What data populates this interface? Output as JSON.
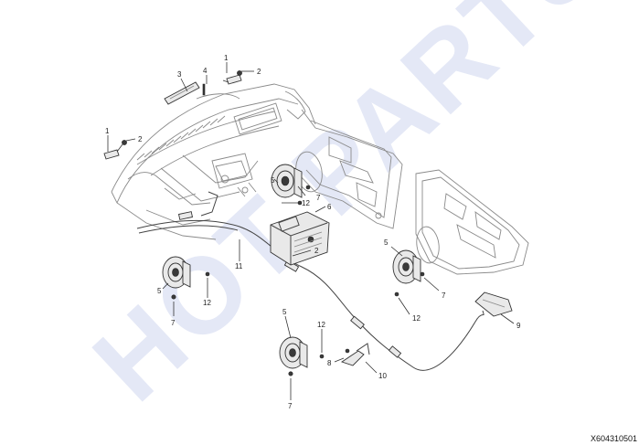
{
  "watermark": {
    "text": "HOT PARTS"
  },
  "diagram_code": "X604310501",
  "callouts": {
    "c1_top": "1",
    "c2_top": "2",
    "c3": "3",
    "c4": "4",
    "c1_left": "1",
    "c2_left": "2",
    "c5_radio": "5",
    "c7_radio": "7",
    "c12_radio": "12",
    "c6": "6",
    "c2_radio": "2",
    "c11": "11",
    "c5_left": "5",
    "c12_left": "12",
    "c7_left": "7",
    "c5_door": "5",
    "c7_door": "7",
    "c12_door": "12",
    "c9": "9",
    "c5_low": "5",
    "c12_low": "12",
    "c7_low": "7",
    "c8": "8",
    "c10": "10"
  }
}
